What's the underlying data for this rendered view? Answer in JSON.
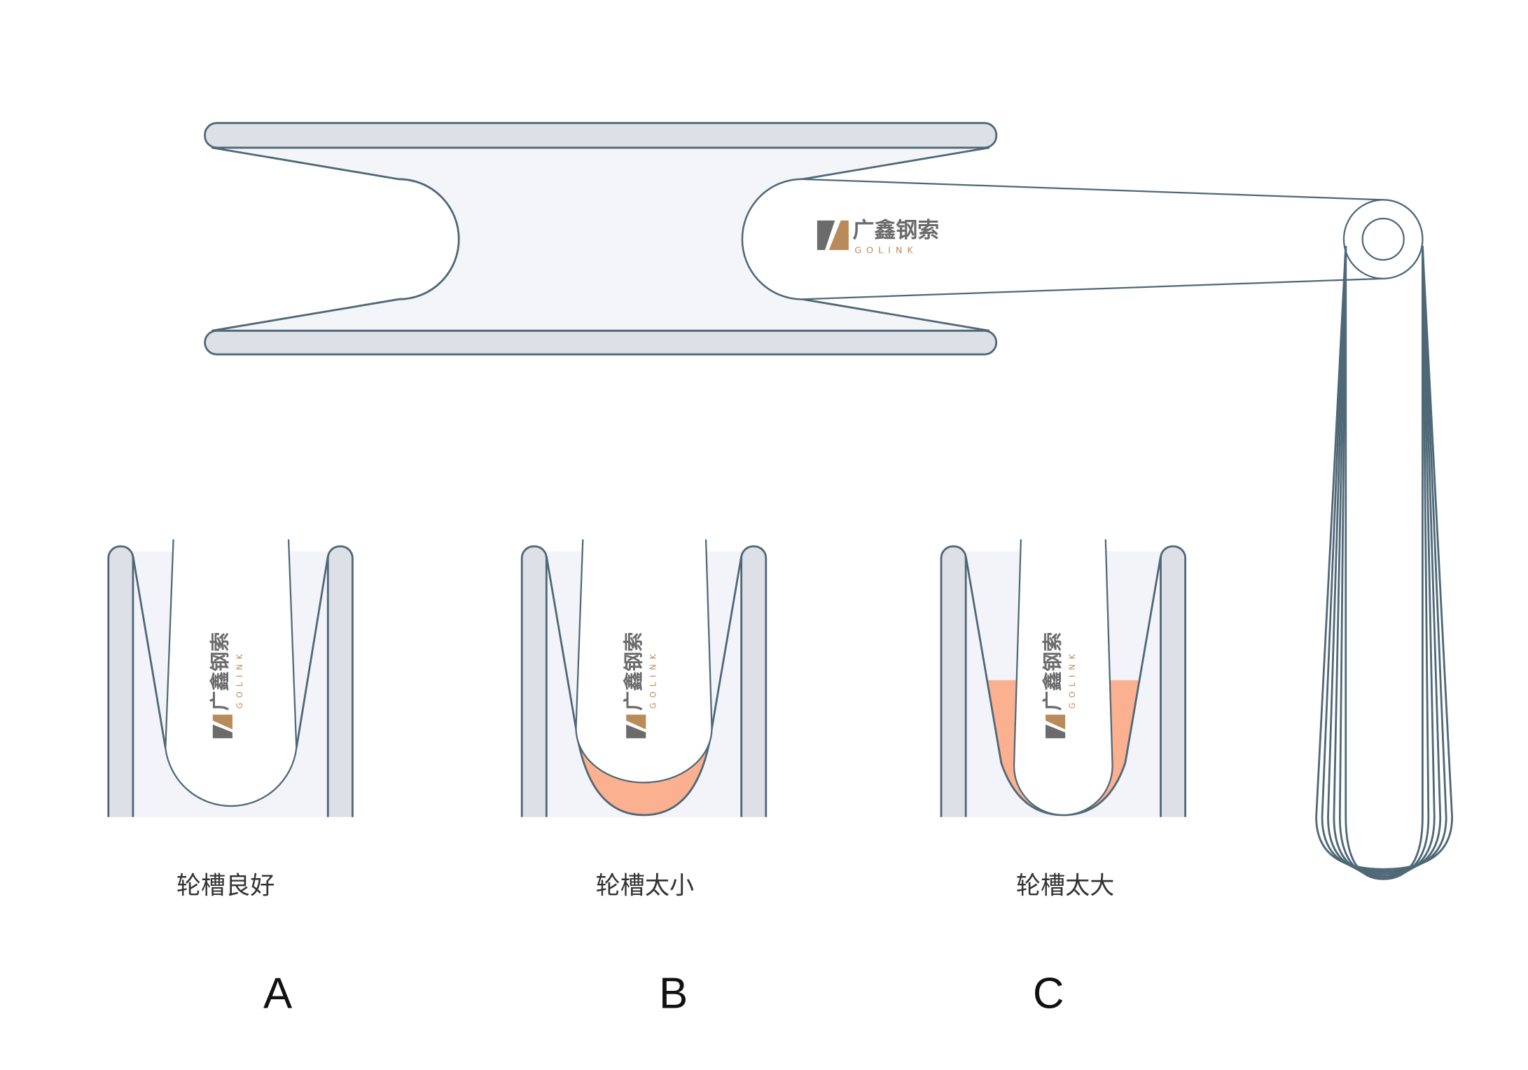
{
  "logo": {
    "chinese": "广鑫钢索",
    "english": "GOLINK"
  },
  "colors": {
    "outline": "#4f6877",
    "rail": "#dde0e7",
    "fill": "#f4f5f8",
    "wear": "#fbb08f",
    "logo_gray": "#6b6b6b",
    "logo_gold": "#b98b5a"
  },
  "panels": [
    {
      "label": "轮槽良好",
      "letter": "A"
    },
    {
      "label": "轮槽太小",
      "letter": "B"
    },
    {
      "label": "轮槽太大",
      "letter": "C"
    }
  ]
}
